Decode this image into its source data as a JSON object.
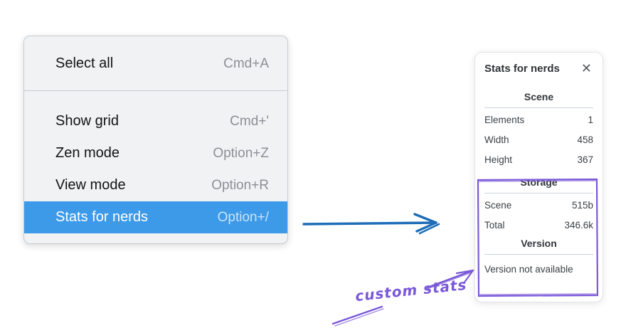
{
  "menu": {
    "highlight_color": "#3d9ae8",
    "groups": [
      {
        "items": [
          {
            "label": "Select all",
            "shortcut": "Cmd+A",
            "highlighted": false
          }
        ]
      },
      {
        "items": [
          {
            "label": "Show grid",
            "shortcut": "Cmd+'",
            "highlighted": false
          },
          {
            "label": "Zen mode",
            "shortcut": "Option+Z",
            "highlighted": false
          },
          {
            "label": "View mode",
            "shortcut": "Option+R",
            "highlighted": false
          },
          {
            "label": "Stats for nerds",
            "shortcut": "Option+/",
            "highlighted": true
          }
        ]
      }
    ]
  },
  "stats_panel": {
    "title": "Stats for nerds",
    "close_glyph": "✕",
    "sections": [
      {
        "heading": "Scene",
        "rows": [
          [
            "Elements",
            "1"
          ],
          [
            "Width",
            "458"
          ],
          [
            "Height",
            "367"
          ]
        ]
      },
      {
        "heading": "Storage",
        "rows": [
          [
            "Scene",
            "515b"
          ],
          [
            "Total",
            "346.6k"
          ]
        ]
      },
      {
        "heading": "Version",
        "rows": [],
        "note": "Version not available"
      }
    ]
  },
  "annotations": {
    "custom_stats_label": "custom stats",
    "annotation_color": "#7a58d9",
    "menu_to_panel_arrow_color": "#1e6db8"
  }
}
